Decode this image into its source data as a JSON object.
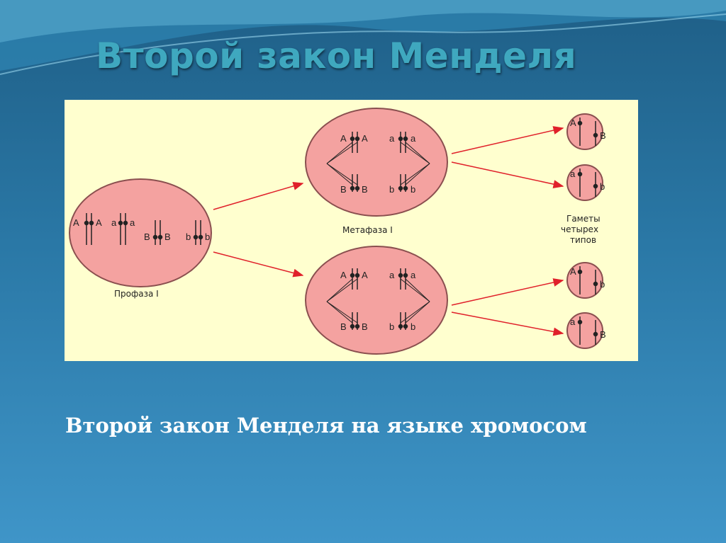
{
  "slide": {
    "title": "Второй закон Менделя",
    "caption": "Второй закон Менделя на языке хромосом"
  },
  "diagram": {
    "stage_prophase": "Профаза I",
    "stage_metaphase": "Метафаза I",
    "gametes_caption": [
      "Гаметы",
      "четырех",
      "типов"
    ],
    "colors": {
      "cell_fill": "#f4a2a0",
      "cell_stroke": "#8a4f4f",
      "arrow": "#e0202a",
      "panel": "#ffffcf"
    },
    "prophase_genes": [
      "A",
      "A",
      "a",
      "a",
      "B",
      "B",
      "b",
      "b"
    ],
    "metaphase_top": [
      "A",
      "A",
      "a",
      "a",
      "B",
      "B",
      "b",
      "b"
    ],
    "metaphase_bottom": [
      "A",
      "A",
      "a",
      "a",
      "B",
      "B",
      "b",
      "b"
    ],
    "gametes": [
      [
        "A",
        "B"
      ],
      [
        "a",
        "b"
      ],
      [
        "A",
        "b"
      ],
      [
        "a",
        "B"
      ]
    ]
  }
}
